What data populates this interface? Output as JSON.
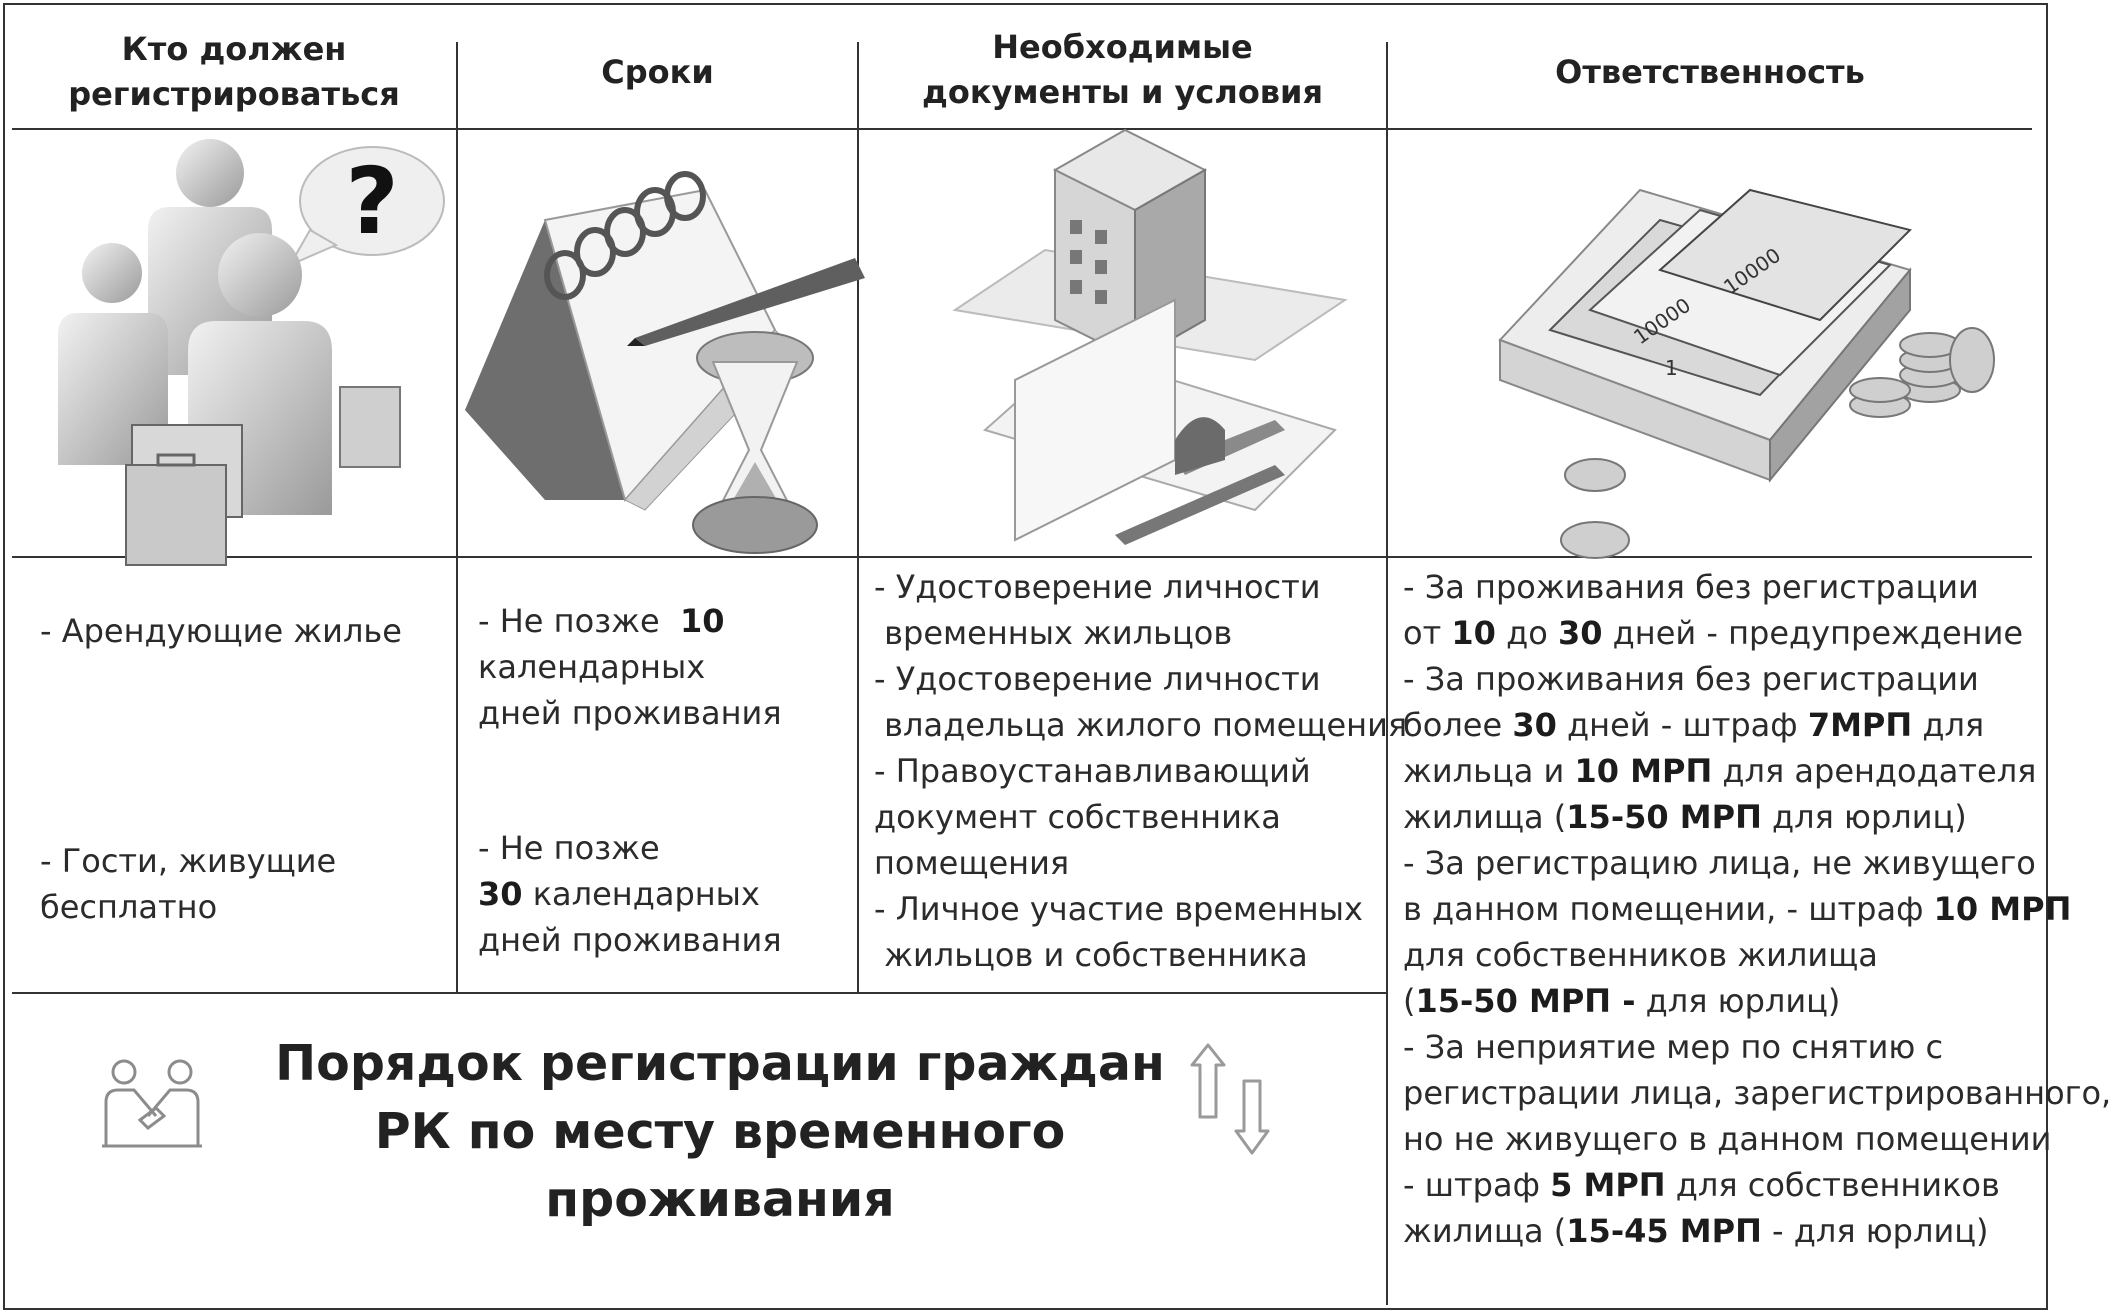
{
  "headers": {
    "who": [
      "Кто должен",
      "регистрироваться"
    ],
    "terms": [
      "Сроки"
    ],
    "docs": [
      "Необходимые",
      "документы и условия"
    ],
    "responsibility": [
      "Ответственность"
    ]
  },
  "icons": {
    "who": "people-with-suitcases-and-question-icon",
    "terms": "calendar-pencil-hourglass-icon",
    "docs": "building-documents-passport-icon",
    "responsibility": "money-box-banknotes-coins-icon",
    "handshake": "handshake-icon",
    "arrows": "up-down-arrows-icon"
  },
  "who_items": [
    [
      {
        "t": "- Арендующие жилье",
        "b": false
      }
    ],
    [
      {
        "t": "- Гости, живущие",
        "b": false
      }
    ],
    [
      {
        "t": "бесплатно",
        "b": false
      }
    ]
  ],
  "terms_items": [
    [
      {
        "t": "- Не позже  ",
        "b": false
      },
      {
        "t": "10",
        "b": true
      }
    ],
    [
      {
        "t": "календарных",
        "b": false
      }
    ],
    [
      {
        "t": "дней проживания",
        "b": false
      }
    ],
    [
      {
        "t": "- Не позже",
        "b": false
      }
    ],
    [
      {
        "t": "30",
        "b": true
      },
      {
        "t": " календарных",
        "b": false
      }
    ],
    [
      {
        "t": "дней проживания",
        "b": false
      }
    ]
  ],
  "docs_items": [
    [
      {
        "t": "- Удостоверение личности",
        "b": false
      }
    ],
    [
      {
        "t": " временных жильцов",
        "b": false
      }
    ],
    [
      {
        "t": "- Удостоверение личности",
        "b": false
      }
    ],
    [
      {
        "t": " владельца жилого помещения",
        "b": false
      }
    ],
    [
      {
        "t": "- Правоустанавливающий",
        "b": false
      }
    ],
    [
      {
        "t": "документ собственника",
        "b": false
      }
    ],
    [
      {
        "t": "помещения",
        "b": false
      }
    ],
    [
      {
        "t": "- Личное участие временных",
        "b": false
      }
    ],
    [
      {
        "t": " жильцов и собственника",
        "b": false
      }
    ]
  ],
  "responsibility_items": [
    [
      {
        "t": "- За проживания без регистрации",
        "b": false
      }
    ],
    [
      {
        "t": "от ",
        "b": false
      },
      {
        "t": "10",
        "b": true
      },
      {
        "t": " до ",
        "b": false
      },
      {
        "t": "30",
        "b": true
      },
      {
        "t": " дней - предупреждение",
        "b": false
      }
    ],
    [
      {
        "t": "- За проживания без регистрации",
        "b": false
      }
    ],
    [
      {
        "t": "более ",
        "b": false
      },
      {
        "t": "30",
        "b": true
      },
      {
        "t": " дней - штраф ",
        "b": false
      },
      {
        "t": "7МРП",
        "b": true
      },
      {
        "t": " для",
        "b": false
      }
    ],
    [
      {
        "t": "жильца и ",
        "b": false
      },
      {
        "t": "10 МРП",
        "b": true
      },
      {
        "t": " для арендодателя",
        "b": false
      }
    ],
    [
      {
        "t": "жилища (",
        "b": false
      },
      {
        "t": "15-50 МРП",
        "b": true
      },
      {
        "t": " для юрлиц)",
        "b": false
      }
    ],
    [
      {
        "t": "- За регистрацию лица, не живущего",
        "b": false
      }
    ],
    [
      {
        "t": "в данном помещении, - штраф ",
        "b": false
      },
      {
        "t": "10 МРП",
        "b": true
      }
    ],
    [
      {
        "t": "для собственников жилища",
        "b": false
      }
    ],
    [
      {
        "t": "(",
        "b": false
      },
      {
        "t": "15-50 МРП -",
        "b": true
      },
      {
        "t": " для юрлиц)",
        "b": false
      }
    ],
    [
      {
        "t": "- За неприятие мер по снятию с",
        "b": false
      }
    ],
    [
      {
        "t": "регистрации лица, зарегистрированного,",
        "b": false
      }
    ],
    [
      {
        "t": "но не живущего в данном помещении",
        "b": false
      }
    ],
    [
      {
        "t": "- штраф ",
        "b": false
      },
      {
        "t": "5 МРП",
        "b": true
      },
      {
        "t": " для собственников",
        "b": false
      }
    ],
    [
      {
        "t": "жилища (",
        "b": false
      },
      {
        "t": "15-45 МРП",
        "b": true
      },
      {
        "t": " - для юрлиц)",
        "b": false
      }
    ]
  ],
  "title": [
    "Порядок регистрации граждан",
    "РК по месту временного проживания"
  ],
  "illustration_labels": {
    "banknote_value": "10000",
    "banknote_value_short": "1"
  }
}
